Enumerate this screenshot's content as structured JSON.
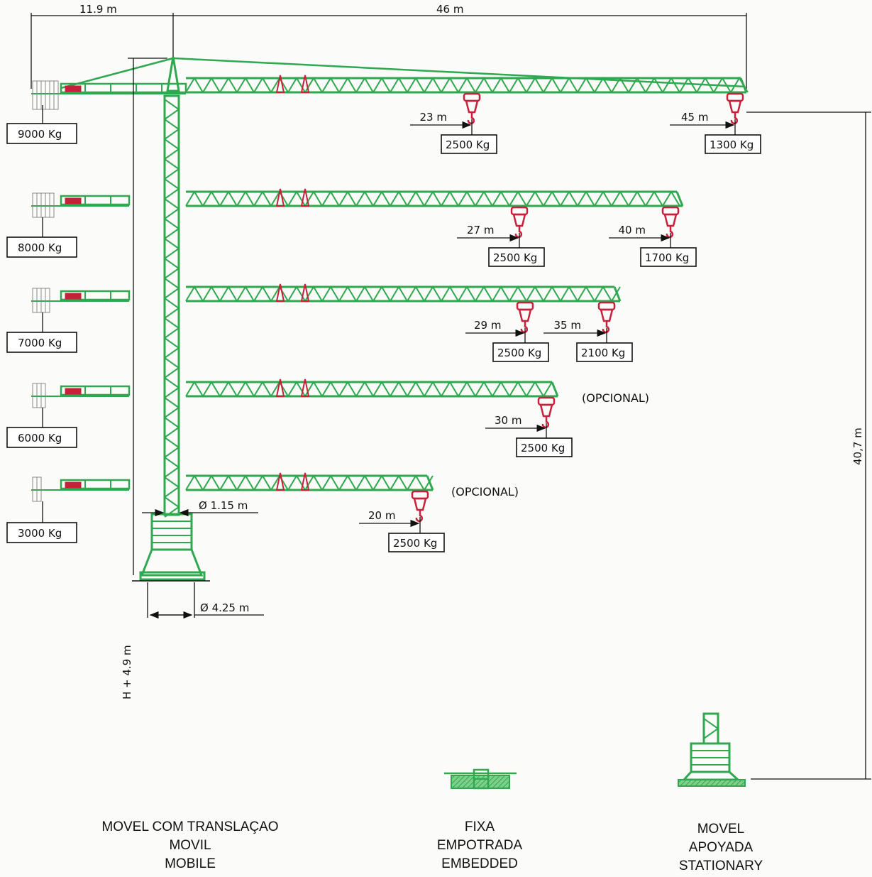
{
  "colors": {
    "structure": "#2fa84f",
    "hook": "#c8203a",
    "line": "#111111"
  },
  "top_dimensions": {
    "counter_jib_length": "11.9 m",
    "jib_length": "46 m"
  },
  "counterweights": [
    "9000 Kg",
    "8000 Kg",
    "7000 Kg",
    "6000 Kg",
    "3000 Kg"
  ],
  "jibs": [
    {
      "loads": [
        {
          "radius": "23 m",
          "capacity": "2500 Kg"
        },
        {
          "radius": "45 m",
          "capacity": "1300 Kg"
        }
      ],
      "note": ""
    },
    {
      "loads": [
        {
          "radius": "27 m",
          "capacity": "2500 Kg"
        },
        {
          "radius": "40 m",
          "capacity": "1700 Kg"
        }
      ],
      "note": ""
    },
    {
      "loads": [
        {
          "radius": "29 m",
          "capacity": "2500 Kg"
        },
        {
          "radius": "35 m",
          "capacity": "2100 Kg"
        }
      ],
      "note": ""
    },
    {
      "loads": [
        {
          "radius": "30 m",
          "capacity": "2500 Kg"
        }
      ],
      "note": "(OPCIONAL)"
    },
    {
      "loads": [
        {
          "radius": "20 m",
          "capacity": "2500 Kg"
        }
      ],
      "note": "(OPCIONAL)"
    }
  ],
  "tower": {
    "height_label": "H + 4.9 m",
    "mast_width": "Ø 1.15 m",
    "base_width": "Ø 4.25 m"
  },
  "stationary_height": "40,7 m",
  "bases": [
    {
      "lines": [
        "MOVEL COM TRANSLAÇAO",
        "MOVIL",
        "MOBILE"
      ]
    },
    {
      "lines": [
        "FIXA",
        "EMPOTRADA",
        "EMBEDDED"
      ]
    },
    {
      "lines": [
        "MOVEL",
        "APOYADA",
        "STATIONARY"
      ]
    }
  ]
}
